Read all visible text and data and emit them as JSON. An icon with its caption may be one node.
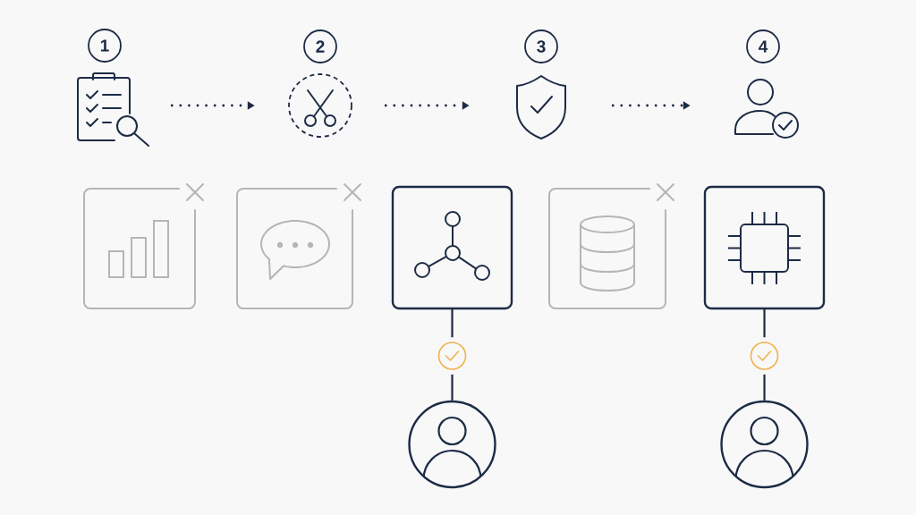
{
  "diagram": {
    "nodes": [
      {
        "text": [
          "1"
        ]
      },
      {
        "text": [
          "2"
        ]
      },
      {
        "text": [
          "3"
        ]
      },
      {
        "text": [
          "4"
        ]
      },
      {
        "text": [],
        "shape": "picture"
      },
      {
        "text": [],
        "shape": "picture"
      },
      {
        "text": [],
        "shape": "picture"
      },
      {
        "text": [],
        "shape": "picture"
      },
      {
        "text": [],
        "shape": "box"
      },
      {
        "text": [],
        "shape": "box"
      },
      {
        "text": [],
        "shape": "box"
      },
      {
        "text": [],
        "shape": "box"
      },
      {
        "text": [],
        "shape": "box"
      },
      {
        "text": [],
        "shape": "circle"
      },
      {
        "text": [],
        "shape": "person"
      },
      {
        "text": [],
        "shape": "circle"
      },
      {
        "text": [],
        "shape": "person"
      }
    ],
    "edges": [
      {
        "from": 4,
        "to": 5,
        "arrow": "to",
        "style": "dashed"
      },
      {
        "from": 5,
        "to": 6,
        "arrow": "to",
        "style": "dashed"
      },
      {
        "from": 6,
        "to": 7,
        "arrow": "to",
        "style": "dashed"
      },
      {
        "from": 10,
        "to": 13,
        "arrow": "none"
      },
      {
        "from": 13,
        "to": 14,
        "arrow": "none"
      },
      {
        "from": 12,
        "to": 15,
        "arrow": "none"
      },
      {
        "from": 15,
        "to": 16,
        "arrow": "none"
      }
    ]
  }
}
